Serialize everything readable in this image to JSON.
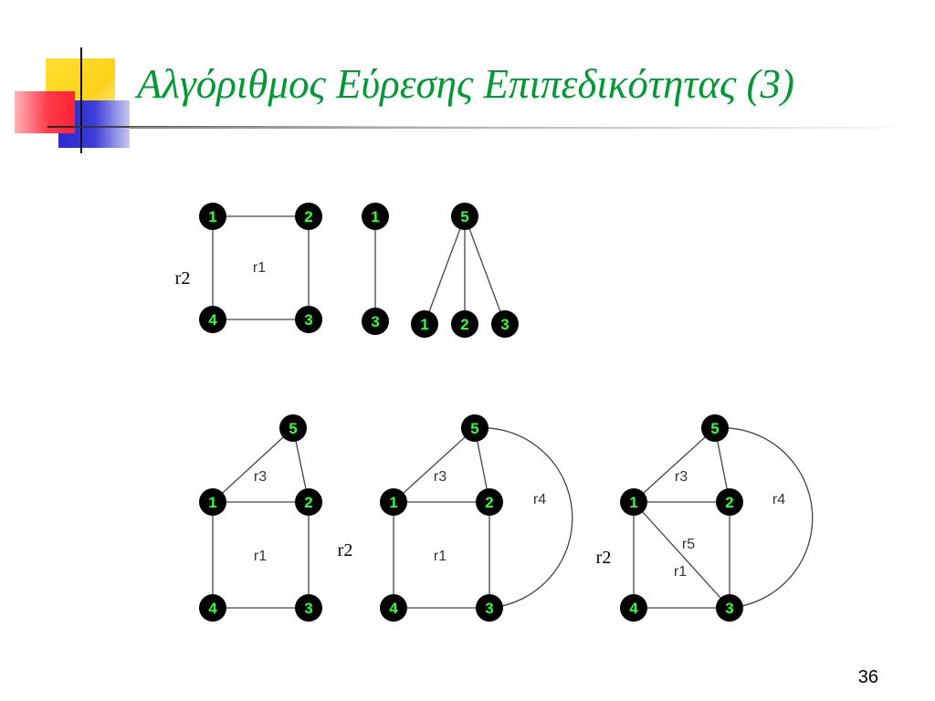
{
  "slide": {
    "title": "Αλγόριθμος Εύρεσης Επιπεδικότητας (3)",
    "page_number": "36",
    "colors": {
      "title": "#009933",
      "node_fill": "#000000",
      "node_label": "#33ff33",
      "deco_yellow": "#ffdd22",
      "deco_red": "#ff3344",
      "deco_blue": "#3333cc"
    }
  },
  "diagrams": [
    {
      "id": "square",
      "nodes": [
        {
          "id": "sq1",
          "label": "1"
        },
        {
          "id": "sq2",
          "label": "2"
        },
        {
          "id": "sq3",
          "label": "3"
        },
        {
          "id": "sq4",
          "label": "4"
        }
      ],
      "edges": [
        [
          "sq1",
          "sq2"
        ],
        [
          "sq2",
          "sq3"
        ],
        [
          "sq3",
          "sq4"
        ],
        [
          "sq4",
          "sq1"
        ]
      ],
      "regions": [
        {
          "label": "r1",
          "style": "sm"
        },
        {
          "label": "r2",
          "style": "lg"
        }
      ]
    },
    {
      "id": "segment",
      "nodes": [
        {
          "id": "sg1",
          "label": "1"
        },
        {
          "id": "sg3",
          "label": "3"
        }
      ],
      "edges": [
        [
          "sg1",
          "sg3"
        ]
      ],
      "regions": []
    },
    {
      "id": "star",
      "nodes": [
        {
          "id": "st5",
          "label": "5"
        },
        {
          "id": "st1",
          "label": "1"
        },
        {
          "id": "st2",
          "label": "2"
        },
        {
          "id": "st3",
          "label": "3"
        }
      ],
      "edges": [
        [
          "st5",
          "st1"
        ],
        [
          "st5",
          "st2"
        ],
        [
          "st5",
          "st3"
        ]
      ],
      "regions": []
    },
    {
      "id": "step1",
      "nodes": [
        {
          "id": "a5",
          "label": "5"
        },
        {
          "id": "a1",
          "label": "1"
        },
        {
          "id": "a2",
          "label": "2"
        },
        {
          "id": "a4",
          "label": "4"
        },
        {
          "id": "a3",
          "label": "3"
        }
      ],
      "edges": [
        [
          "a5",
          "a1"
        ],
        [
          "a5",
          "a2"
        ],
        [
          "a1",
          "a2"
        ],
        [
          "a1",
          "a4"
        ],
        [
          "a2",
          "a3"
        ],
        [
          "a4",
          "a3"
        ]
      ],
      "regions": [
        {
          "label": "r3",
          "style": "sm"
        },
        {
          "label": "r1",
          "style": "sm"
        },
        {
          "label": "r2",
          "style": "lg"
        }
      ]
    },
    {
      "id": "step2",
      "nodes": [
        {
          "id": "b5",
          "label": "5"
        },
        {
          "id": "b1",
          "label": "1"
        },
        {
          "id": "b2",
          "label": "2"
        },
        {
          "id": "b4",
          "label": "4"
        },
        {
          "id": "b3",
          "label": "3"
        }
      ],
      "edges": [
        [
          "b5",
          "b1"
        ],
        [
          "b5",
          "b2"
        ],
        [
          "b1",
          "b2"
        ],
        [
          "b1",
          "b4"
        ],
        [
          "b2",
          "b3"
        ],
        [
          "b4",
          "b3"
        ]
      ],
      "arcs": [
        [
          "b5",
          "b3"
        ]
      ],
      "regions": [
        {
          "label": "r3",
          "style": "sm"
        },
        {
          "label": "r4",
          "style": "sm"
        },
        {
          "label": "r1",
          "style": "sm"
        },
        {
          "label": "r2",
          "style": "lg"
        }
      ]
    },
    {
      "id": "step3",
      "nodes": [
        {
          "id": "c5",
          "label": "5"
        },
        {
          "id": "c1",
          "label": "1"
        },
        {
          "id": "c2",
          "label": "2"
        },
        {
          "id": "c4",
          "label": "4"
        },
        {
          "id": "c3",
          "label": "3"
        }
      ],
      "edges": [
        [
          "c5",
          "c1"
        ],
        [
          "c5",
          "c2"
        ],
        [
          "c1",
          "c2"
        ],
        [
          "c1",
          "c4"
        ],
        [
          "c2",
          "c3"
        ],
        [
          "c4",
          "c3"
        ],
        [
          "c1",
          "c3"
        ]
      ],
      "arcs": [
        [
          "c5",
          "c3"
        ]
      ],
      "regions": [
        {
          "label": "r3",
          "style": "sm"
        },
        {
          "label": "r4",
          "style": "sm"
        },
        {
          "label": "r5",
          "style": "sm"
        },
        {
          "label": "r1",
          "style": "sm"
        }
      ]
    }
  ]
}
